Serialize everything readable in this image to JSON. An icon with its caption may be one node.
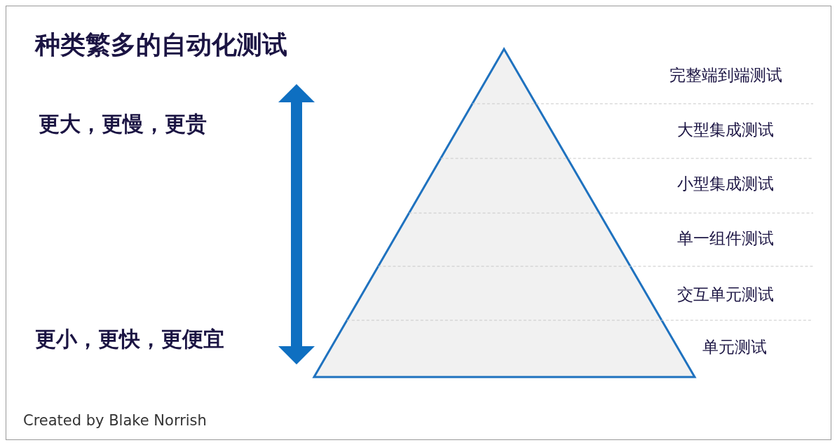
{
  "diagram": {
    "title": "种类繁多的自动化测试",
    "caption": "Created by Blake Norrish",
    "labels": [
      "完整端到端测试",
      "大型集成测试",
      "小型集成测试",
      "单一组件测试",
      "交互单元测试",
      "单元测试",
      "更大，更慢，更贵",
      "更小，更快，更便宜"
    ]
  }
}
